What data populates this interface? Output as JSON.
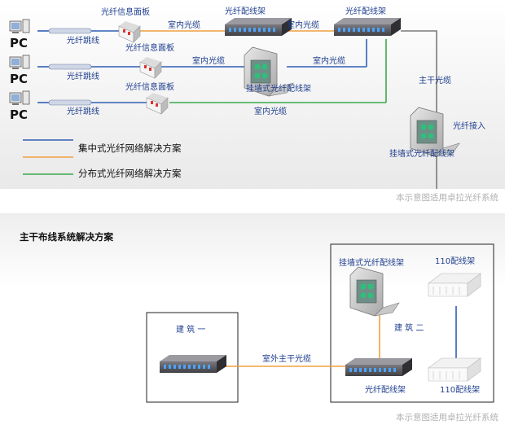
{
  "top_section": {
    "pcs": [
      {
        "label": "PC"
      },
      {
        "label": "PC"
      },
      {
        "label": "PC"
      }
    ],
    "jumper_labels": [
      "光纤跳线",
      "光纤跳线",
      "光纤跳线"
    ],
    "faceplate_labels": [
      "光纤信息面板",
      "光纤信息面板",
      "光纤信息面板"
    ],
    "indoor_cable_labels": [
      "室内光缆",
      "室内光缆",
      "室内光缆",
      "室内光缆",
      "室内光缆"
    ],
    "rack_label_1": "光纤配线架",
    "rack_label_2": "光纤配线架",
    "wall_box_label_1": "挂墙式光纤配线架",
    "wall_box_label_2": "挂墙式光纤配线架",
    "trunk_cable_label": "主干光缆",
    "fiber_access_label": "光纤接入",
    "legend": [
      {
        "label": "集中式光纤网络解决方案",
        "color": "#2f5fb3"
      },
      {
        "label": "",
        "color": "#f0a040"
      },
      {
        "label": "分布式光纤网络解决方案",
        "color": "#3ba84a"
      }
    ],
    "footnote": "本示意图适用卓拉光纤系统"
  },
  "bottom_section": {
    "title": "主干布线系统解决方案",
    "building_one": "建 筑 一",
    "building_two": "建 筑 二",
    "outdoor_cable": "室外主干光缆",
    "wall_box_label": "挂墙式光纤配线架",
    "frame_110_top": "110配线架",
    "frame_110_bottom": "110配线架",
    "rack_label": "光纤配线架",
    "footnote": "本示意图适用卓拉光纤系统"
  },
  "colors": {
    "blue_line": "#2f5fb3",
    "orange_line": "#f0a040",
    "green_line": "#3ba84a",
    "grey_line": "#7a7a7a",
    "label_blue": "#1f3f8f"
  }
}
